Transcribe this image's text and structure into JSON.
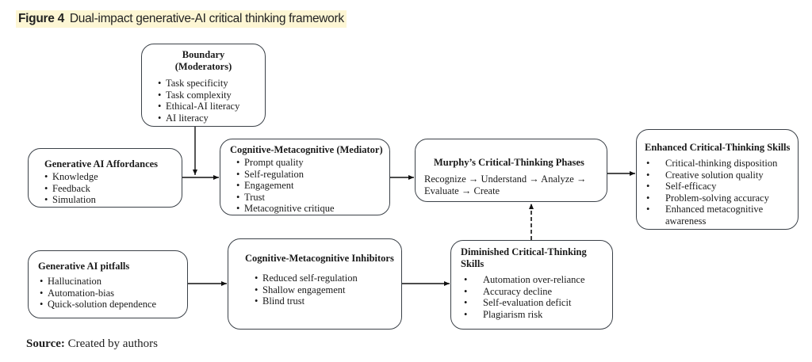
{
  "figure": {
    "label": "Figure 4",
    "title": "Dual-impact generative-AI critical thinking framework"
  },
  "boxes": {
    "boundary": {
      "title_line1": "Boundary",
      "title_line2": "(Moderators)",
      "items": [
        "Task specificity",
        "Task complexity",
        "Ethical-AI literacy",
        "AI literacy"
      ]
    },
    "affordances": {
      "title": "Generative AI Affordances",
      "items": [
        "Knowledge",
        "Feedback",
        "Simulation"
      ]
    },
    "mediator": {
      "title": "Cognitive-Metacognitive (Mediator)",
      "items": [
        "Prompt quality",
        "Self-regulation",
        "Engagement",
        "Trust",
        "Metacognitive critique"
      ]
    },
    "murphy": {
      "title": "Murphy’s Critical-Thinking Phases",
      "text_line1": "Recognize → Understand → Analyze →",
      "text_line2": "Evaluate → Create"
    },
    "enhanced": {
      "title": "Enhanced Critical-Thinking Skills",
      "items": [
        "Critical-thinking disposition",
        "Creative solution quality",
        "Self-efficacy",
        "Problem-solving accuracy",
        "Enhanced metacognitive awareness"
      ]
    },
    "pitfalls": {
      "title": "Generative AI pitfalls",
      "items": [
        "Hallucination",
        "Automation-bias",
        "Quick-solution dependence"
      ]
    },
    "inhibitors": {
      "title": "Cognitive-Metacognitive Inhibitors",
      "items": [
        "Reduced self-regulation",
        "Shallow engagement",
        "Blind trust"
      ]
    },
    "diminished": {
      "title": "Diminished Critical-Thinking Skills",
      "items": [
        "Automation over-reliance",
        "Accuracy decline",
        "Self-evaluation deficit",
        "Plagiarism risk"
      ]
    }
  },
  "edges": [
    {
      "from": "boundary",
      "to": "affordances-mediator-link",
      "style": "solid"
    },
    {
      "from": "affordances",
      "to": "mediator",
      "style": "solid"
    },
    {
      "from": "mediator",
      "to": "murphy",
      "style": "solid"
    },
    {
      "from": "murphy",
      "to": "enhanced",
      "style": "solid"
    },
    {
      "from": "pitfalls",
      "to": "inhibitors",
      "style": "solid"
    },
    {
      "from": "inhibitors",
      "to": "diminished",
      "style": "solid"
    },
    {
      "from": "diminished",
      "to": "murphy",
      "style": "dashed"
    }
  ],
  "source": {
    "label": "Source:",
    "text": "Created by authors"
  }
}
